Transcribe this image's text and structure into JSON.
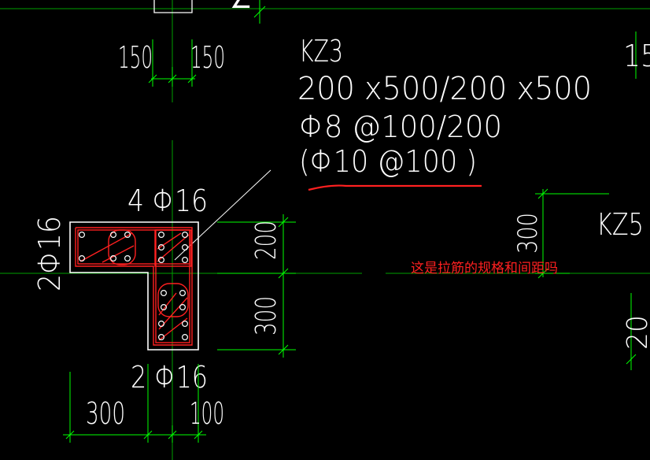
{
  "drawing": {
    "column_label": "KZ3",
    "section_size": "200 x500/200 x500",
    "stirrup_main": "Φ8 @100/200",
    "stirrup_tie": "(Φ10 @100 )",
    "top_rebar": "4 Φ16",
    "left_rebar": "2Φ16",
    "bottom_rebar": "2 Φ16",
    "dim_top_left": "150",
    "dim_top_right": "150",
    "dim_right_upper": "200",
    "dim_right_lower": "300",
    "dim_bottom_left": "300",
    "dim_bottom_right": "100",
    "neighbor_label": "KZ5",
    "neighbor_dim": "300",
    "edge_dim_top": "15",
    "edge_dim_bottom": "20",
    "annotation_note": "这是拉筋的规格和间距吗"
  },
  "colors": {
    "background": "#000000",
    "dimension_lines": "#00ff00",
    "outline": "#ffffff",
    "rebar": "#ff2020",
    "axis": "#00b400",
    "annotation": "#ff2020"
  }
}
